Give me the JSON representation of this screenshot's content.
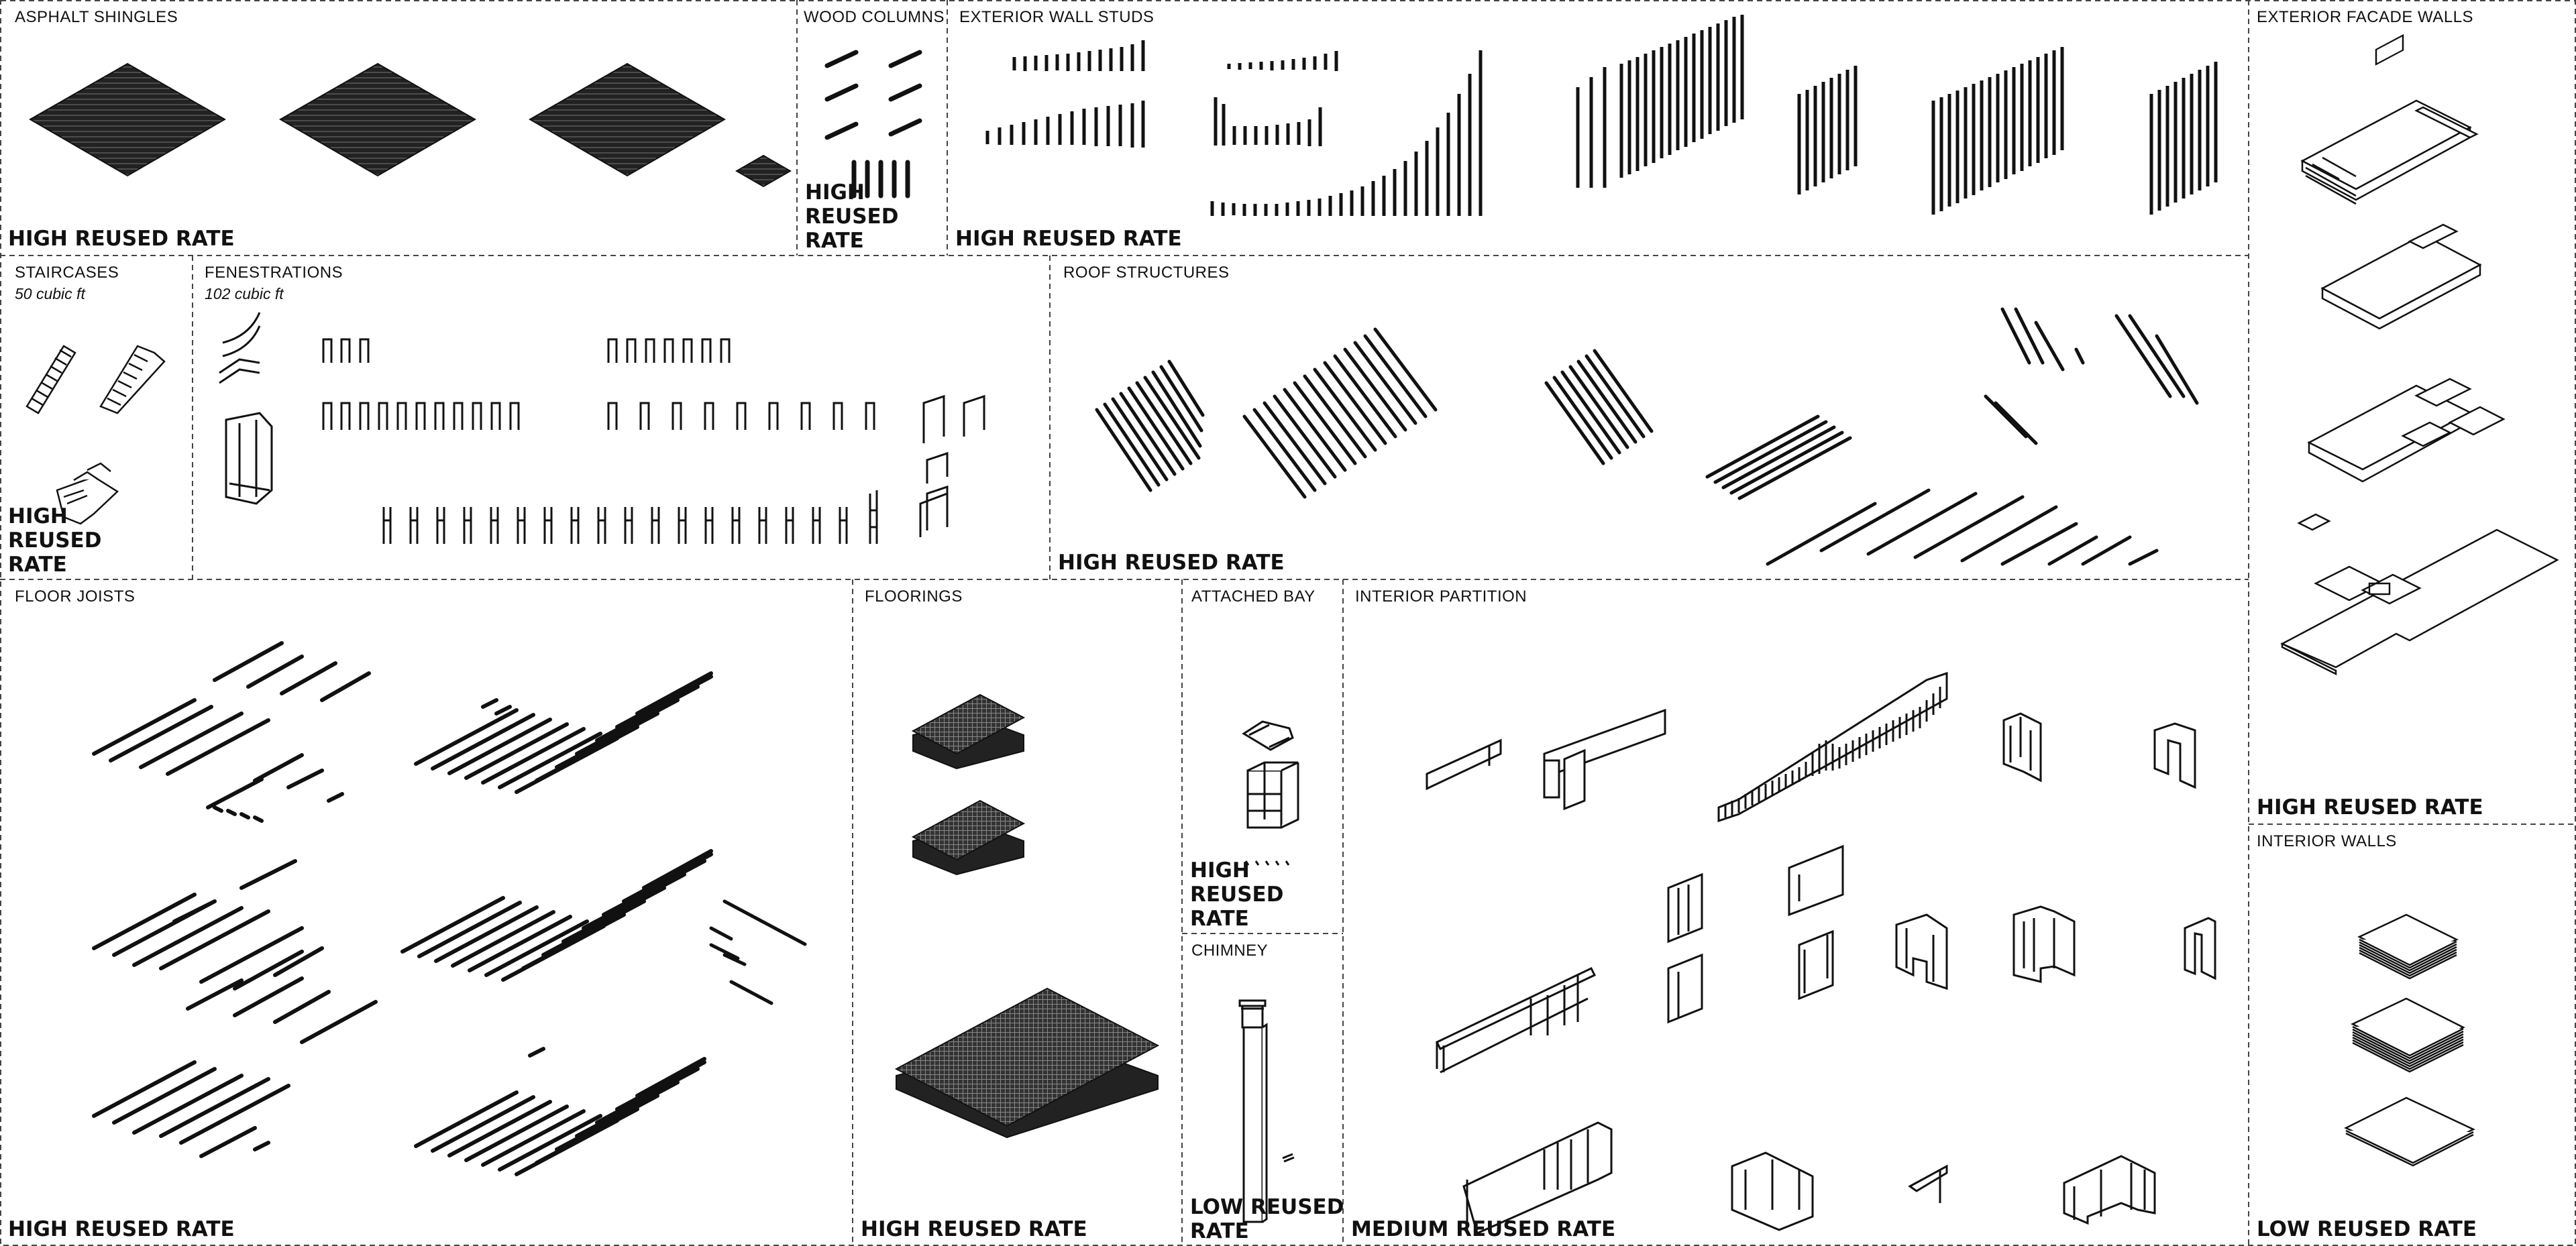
{
  "panels": {
    "asphalt_shingles": {
      "title": "ASPHALT SHINGLES",
      "rate": "HIGH REUSED RATE"
    },
    "wood_columns": {
      "title": "WOOD COLUMNS",
      "rate": "HIGH REUSED RATE"
    },
    "exterior_wall_studs": {
      "title": "EXTERIOR WALL STUDS",
      "rate": "HIGH REUSED RATE"
    },
    "exterior_facade_walls": {
      "title": "EXTERIOR FACADE WALLS",
      "rate": "HIGH REUSED RATE"
    },
    "staircases": {
      "title": "STAIRCASES",
      "volume": "50 cubic ft",
      "rate": "HIGH REUSED RATE"
    },
    "fenestrations": {
      "title": "FENESTRATIONS",
      "volume": "102 cubic ft"
    },
    "roof_structures": {
      "title": "ROOF STRUCTURES",
      "rate": "HIGH REUSED RATE"
    },
    "floor_joists": {
      "title": "FLOOR JOISTS",
      "rate": "HIGH REUSED RATE"
    },
    "floorings": {
      "title": "FLOORINGS",
      "rate": "HIGH REUSED RATE"
    },
    "attached_bay": {
      "title": "ATTACHED BAY",
      "rate": "HIGH REUSED RATE"
    },
    "chimney": {
      "title": "CHIMNEY",
      "rate": "LOW REUSED RATE"
    },
    "interior_partition": {
      "title": "INTERIOR PARTITION",
      "rate": "MEDIUM REUSED RATE"
    },
    "interior_walls": {
      "title": "INTERIOR WALLS",
      "rate": "LOW REUSED RATE"
    }
  }
}
